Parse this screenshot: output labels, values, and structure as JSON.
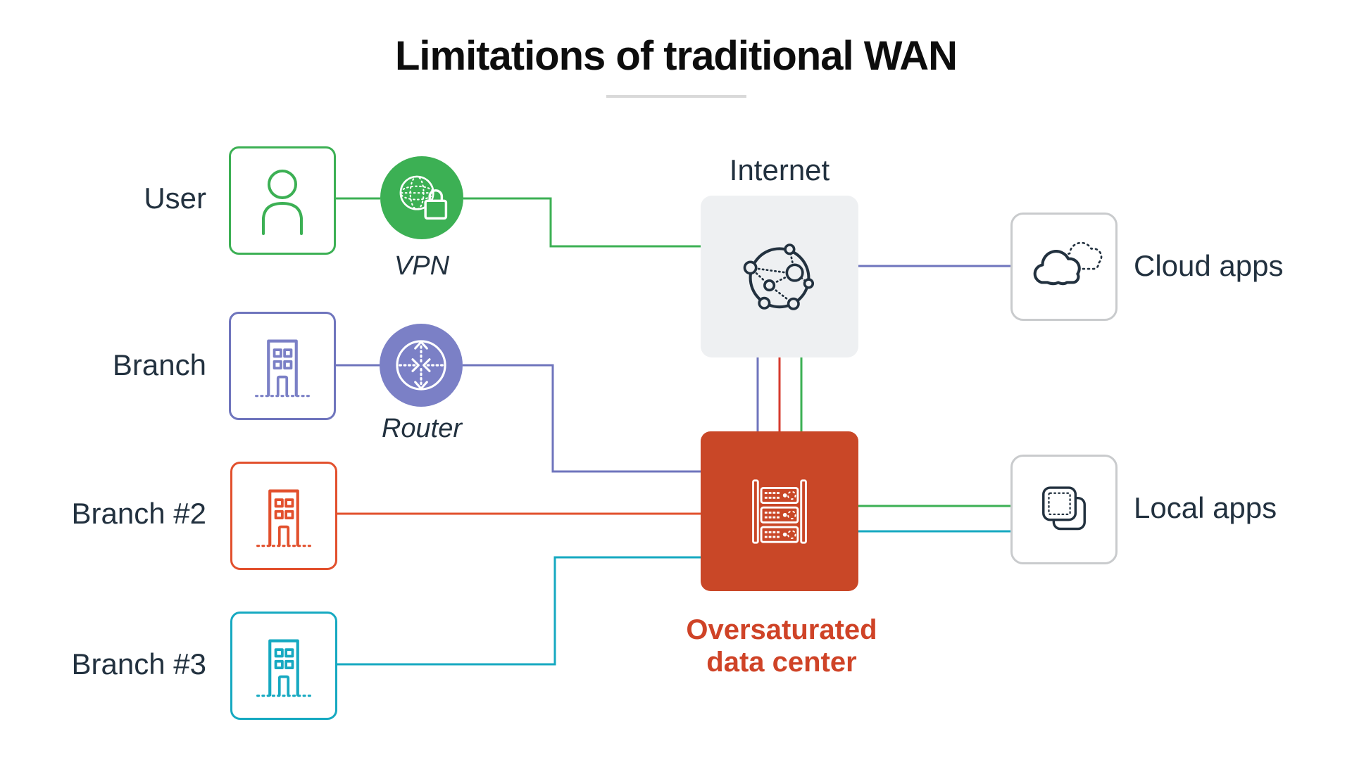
{
  "title": "Limitations of traditional WAN",
  "nodes": {
    "user": {
      "label": "User"
    },
    "vpn": {
      "label": "VPN"
    },
    "branch": {
      "label": "Branch"
    },
    "router": {
      "label": "Router"
    },
    "branch2": {
      "label": "Branch #2"
    },
    "branch3": {
      "label": "Branch #3"
    },
    "internet": {
      "label": "Internet"
    },
    "cloud_apps": {
      "label": "Cloud apps"
    },
    "local_apps": {
      "label": "Local apps"
    },
    "datacenter": {
      "label_line1": "Oversaturated",
      "label_line2": "data center"
    }
  },
  "icons": {
    "user": "person-icon",
    "vpn": "globe-lock-icon",
    "branch": "building-icon",
    "router": "router-arrows-icon",
    "internet": "network-nodes-icon",
    "datacenter": "server-rack-icon",
    "cloud_apps": "cloud-icon",
    "local_apps": "stacked-apps-icon"
  },
  "colors": {
    "green": "#3cb054",
    "purple": "#6f75bd",
    "purple_fill": "#7b80c6",
    "orange": "#e2502d",
    "red": "#d63a2e",
    "teal": "#16a9c1",
    "dc_fill": "#c94727",
    "dc_text": "#cf4327",
    "dark": "#22313f",
    "title": "#0d0d0d",
    "gray_box": "#eef0f2",
    "box_border": "#c9cbcd",
    "underline": "#d9d9d9"
  }
}
